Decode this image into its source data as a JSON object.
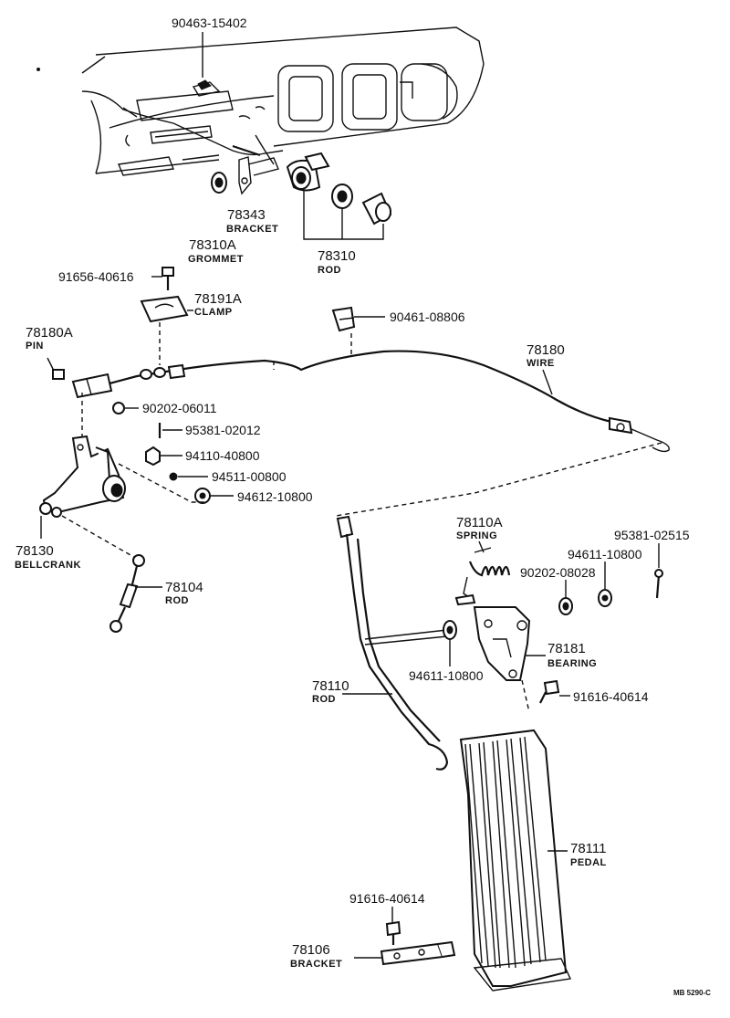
{
  "labels": {
    "p90463": "90463-15402",
    "p78343": "78343",
    "n78343": "BRACKET",
    "p78310A": "78310A",
    "n78310A": "GROMMET",
    "p78310": "78310",
    "n78310": "ROD",
    "p91656": "91656-40616",
    "p78191A": "78191A",
    "n78191A": "CLAMP",
    "p90461": "90461-08806",
    "p78180A": "78180A",
    "n78180A": "PIN",
    "p78180": "78180",
    "n78180": "WIRE",
    "p90202a": "90202-06011",
    "p95381a": "95381-02012",
    "p94110": "94110-40800",
    "p94511": "94511-00800",
    "p94612": "94612-10800",
    "p78130": "78130",
    "n78130": "BELLCRANK",
    "p78104": "78104",
    "n78104": "ROD",
    "p78110A": "78110A",
    "n78110A": "SPRING",
    "p95381b": "95381-02515",
    "p94611a": "94611-10800",
    "p90202b": "90202-08028",
    "p78181": "78181",
    "n78181": "BEARING",
    "p94611b": "94611-10800",
    "p78110": "78110",
    "n78110": "ROD",
    "p91616a": "91616-40614",
    "p78111": "78111",
    "n78111": "PEDAL",
    "p91616b": "91616-40614",
    "p78106": "78106",
    "n78106": "BRACKET",
    "code": "MB 5290-C"
  }
}
